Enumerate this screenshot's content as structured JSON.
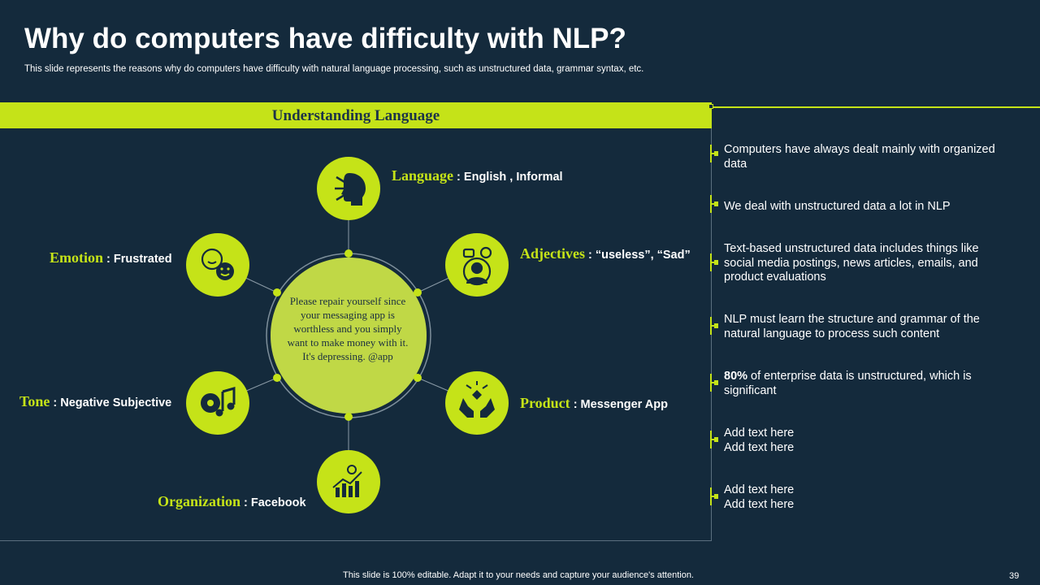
{
  "slide": {
    "title": "Why do computers  have difficulty with NLP?",
    "subtitle": "This slide represents the reasons why do computers have difficulty with natural language processing, such as unstructured data, grammar syntax, etc.",
    "footer": "This slide is 100% editable. Adapt it to your needs and capture your audience's attention.",
    "page_number": "39"
  },
  "panel": {
    "header": "Understanding  Language",
    "center_quote": "Please repair yourself since your messaging app is worthless and you simply want to make money with it. It's depressing. @app",
    "nodes": [
      {
        "key": "Language",
        "value": " : English , Informal",
        "icon": "head-speaking-icon"
      },
      {
        "key": "Adjectives",
        "value": " : “useless”, “Sad”",
        "icon": "person-speech-icon"
      },
      {
        "key": "Product",
        "value": " : Messenger App",
        "icon": "hands-gift-icon"
      },
      {
        "key": "Organization",
        "value": " : Facebook",
        "icon": "growth-chart-icon"
      },
      {
        "key": "Tone",
        "value": " : Negative Subjective",
        "icon": "music-note-icon"
      },
      {
        "key": "Emotion",
        "value": " : Frustrated",
        "icon": "emotion-faces-icon"
      }
    ]
  },
  "bullets": [
    {
      "bold": "",
      "text": "Computers have always dealt mainly with organized data"
    },
    {
      "bold": "",
      "text": "We deal with unstructured data a lot in NLP"
    },
    {
      "bold": "",
      "text": "Text-based unstructured data includes things like social media postings, news articles, emails, and product evaluations"
    },
    {
      "bold": "",
      "text": "NLP must learn the structure and grammar of the natural language to process such content"
    },
    {
      "bold": "80%",
      "text": " of enterprise data is unstructured, which is significant"
    },
    {
      "bold": "",
      "text": "Add text here\nAdd text here"
    },
    {
      "bold": "",
      "text": "Add text here\nAdd text here"
    }
  ],
  "colors": {
    "background": "#142a3c",
    "accent": "#c5e318",
    "dark_text": "#1d3448"
  }
}
